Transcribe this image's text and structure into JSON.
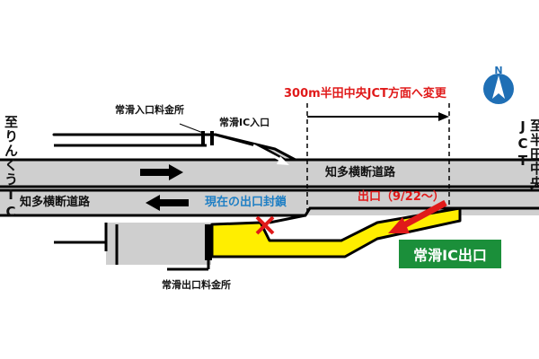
{
  "colors": {
    "road": "#cfcfcf",
    "highlight": "#ffee00",
    "closed_marker": "#e01a1a",
    "arrow_red": "#e01a1a",
    "box_bg": "#1b8f3a",
    "north_icon": "#1f6fb5"
  },
  "labels": {
    "left_destination": "至りんくうIC",
    "right_destination": "至半田中央JCT",
    "top_notice": "300m半田中央JCT方面へ変更",
    "entrance_toll": "常滑入口料金所",
    "ic_entrance": "常滑IC入口",
    "road_upper": "知多横断道路",
    "road_lower": "知多横断道路",
    "closed_exit": "現在の出口封鎖",
    "new_exit": "出口（9/22～）",
    "exit_toll": "常滑出口料金所",
    "ic_exit_box": "常滑IC出口",
    "north_letter": "N"
  },
  "icons": {
    "north": "north-arrow-icon",
    "closed": "x-mark-icon",
    "direction_right": "arrow-right-icon",
    "direction_left": "arrow-left-icon",
    "new_exit_arrow": "arrow-down-left-icon"
  }
}
